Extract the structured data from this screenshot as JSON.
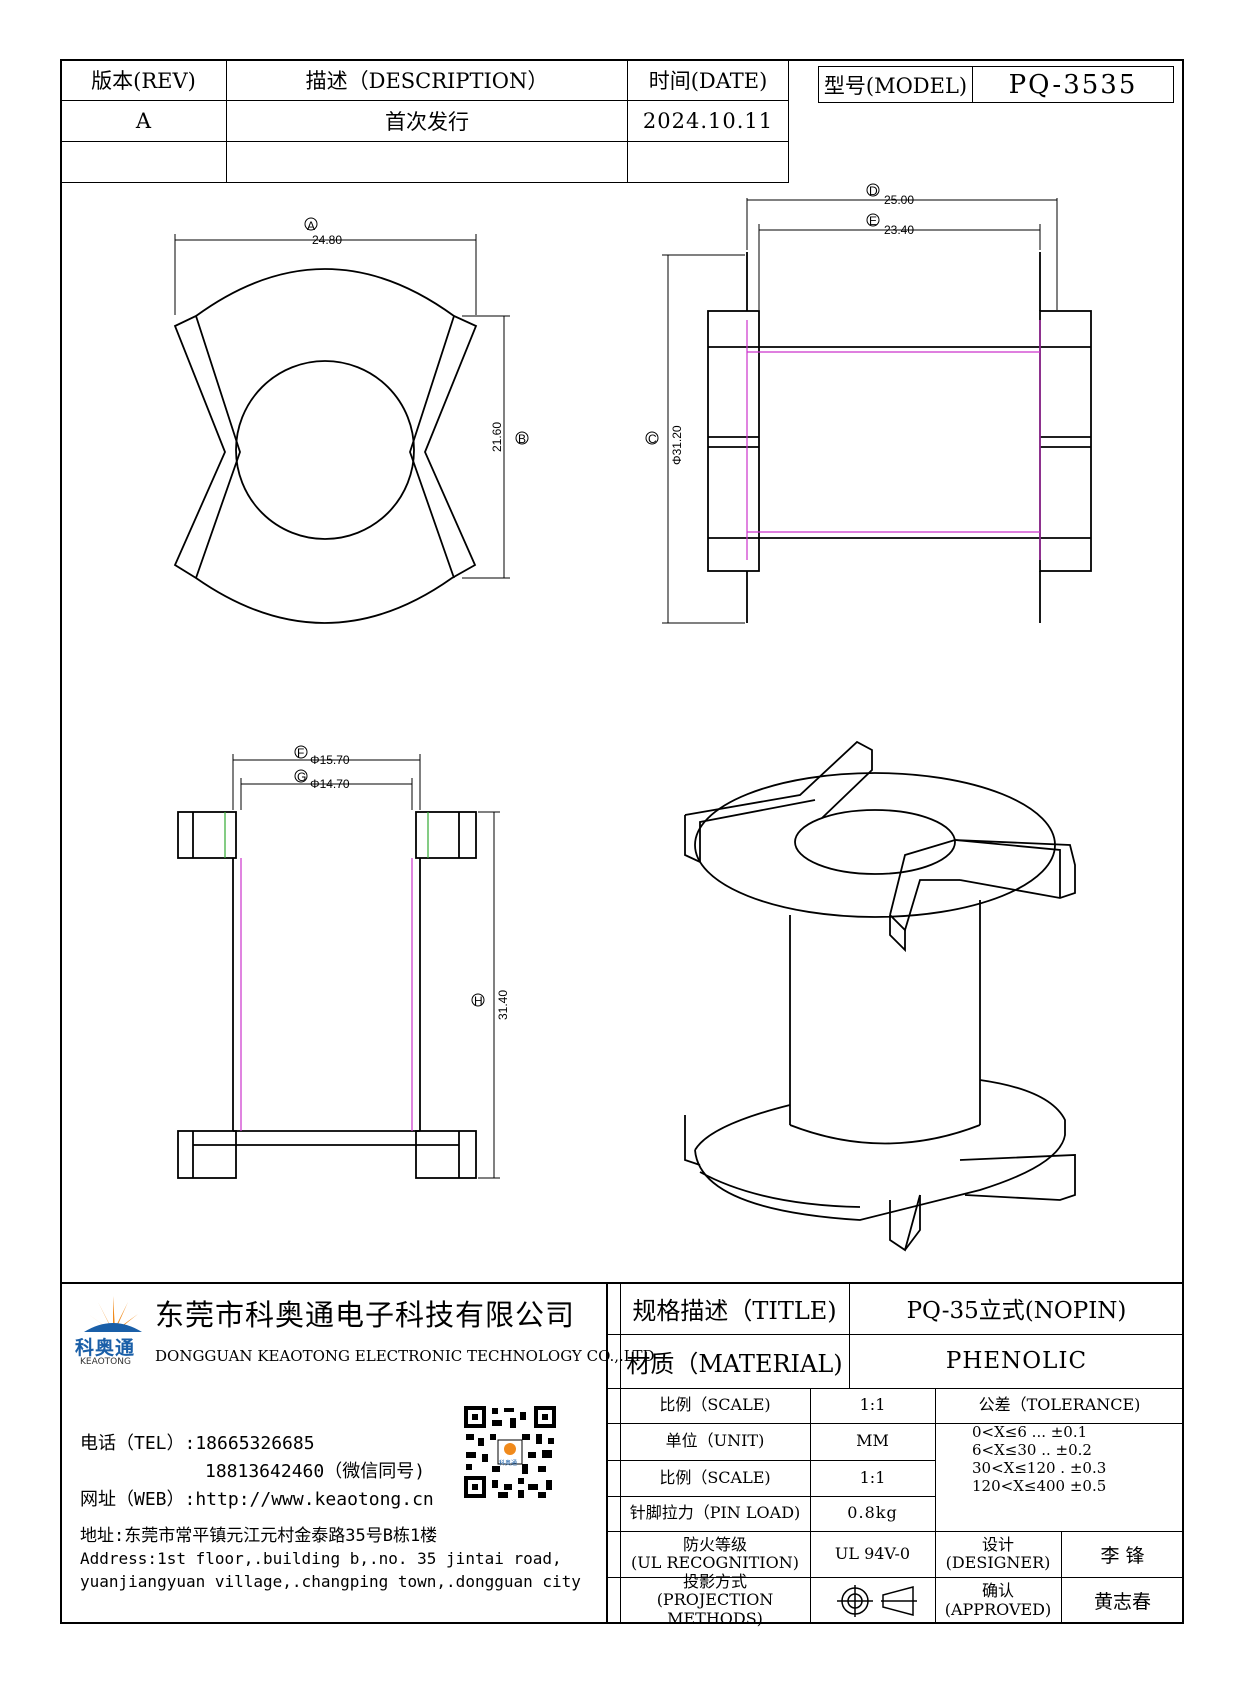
{
  "revision_table": {
    "headers": {
      "rev": "版本(REV)",
      "description": "描述（DESCRIPTION）",
      "date": "时间(DATE)"
    },
    "rows": [
      {
        "rev": "A",
        "description": "首次发行",
        "date": "2024.10.11"
      },
      {
        "rev": "",
        "description": "",
        "date": ""
      }
    ]
  },
  "model": {
    "label": "型号(MODEL)",
    "value": "PQ-3535"
  },
  "dimensions": {
    "top_view": {
      "width_label": "A",
      "width": "24.80",
      "height_label": "B",
      "height": "21.60"
    },
    "side_view": {
      "outer_label": "D",
      "outer": "25.00",
      "inner_label": "E",
      "inner": "23.40",
      "height_label": "C",
      "height": "Φ31.20"
    },
    "front_view": {
      "outer_label": "F",
      "outer": "Φ15.70",
      "inner_label": "G",
      "inner": "Φ14.70",
      "height_label": "H",
      "height": "31.40"
    }
  },
  "company": {
    "logo_text": "科奥通",
    "logo_sub": "KEAOTONG",
    "cn_name": "东莞市科奥通电子科技有限公司",
    "en_name": "DONGGUAN KEAOTONG ELECTRONIC TECHNOLOGY CO.,.LTD",
    "tel_line1": "电话（TEL）:18665326685",
    "tel_line2": "18813642460（微信同号)",
    "web_line": "网址（WEB）:http://www.keaotong.cn",
    "address_cn": "地址:东莞市常平镇元江元村金泰路35号B栋1楼",
    "address_en_1": "Address:1st floor,.building b,.no. 35 jintai road,",
    "address_en_2": "yuanjiangyuan village,.changping town,.dongguan city",
    "qr_caption": "科奥通"
  },
  "title_block": {
    "title_label": "规格描述（TITLE)",
    "title_value": "PQ-35立式(NOPIN)",
    "material_label": "材质（MATERIAL)",
    "material_value": "PHENOLIC",
    "scale_label": "比例（SCALE)",
    "scale_value": "1:1",
    "unit_label": "单位（UNIT)",
    "unit_value": "MM",
    "scale2_label": "比例（SCALE)",
    "scale2_value": "1:1",
    "pin_load_label": "针脚拉力（PIN LOAD)",
    "pin_load_value": "0.8kg",
    "ul_label_1": "防火等级",
    "ul_label_2": "(UL RECOGNITION)",
    "ul_value": "UL 94V-0",
    "projection_label_1": "投影方式",
    "projection_label_2": "(PROJECTION METHODS)",
    "tolerance_label": "公差（TOLERANCE)",
    "tolerance_lines": [
      "0<X≤6 ... ±0.1",
      "6<X≤30 .. ±0.2",
      "30<X≤120 . ±0.3",
      "120<X≤400 ±0.5"
    ],
    "designer_label_1": "设计",
    "designer_label_2": "(DESIGNER)",
    "designer_value": "李  锋",
    "approved_label_1": "确认",
    "approved_label_2": "(APPROVED)",
    "approved_value": "黄志春"
  },
  "colors": {
    "line": "#000000",
    "inner_line": "#cc33cc",
    "accent_green": "#33aa33",
    "logo_orange": "#f08a1c",
    "logo_blue": "#1a5fa8"
  }
}
